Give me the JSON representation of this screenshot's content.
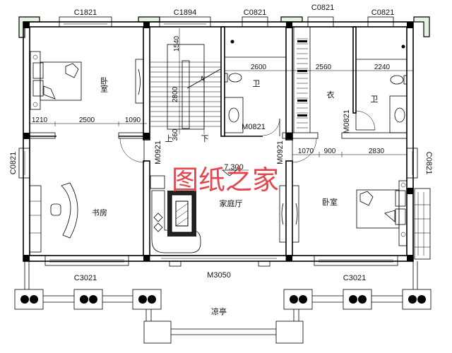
{
  "drawing": {
    "type": "architectural-floor-plan",
    "watermark": "图纸之家",
    "elevation_mark": "7.300",
    "colors": {
      "wall": "#000000",
      "watermark": "#e0323a",
      "planter": "#e4f3e0",
      "background": "#ffffff"
    }
  },
  "windows": {
    "top": [
      {
        "code": "C1821",
        "room": "master-bedroom"
      },
      {
        "code": "C1894",
        "room": "stair"
      },
      {
        "code": "C0821",
        "room": "bath-left"
      },
      {
        "code": "C0821",
        "room": "closet"
      },
      {
        "code": "C0821",
        "room": "bath-right"
      }
    ],
    "left": {
      "code": "C0821"
    },
    "right": {
      "code": "C0821"
    },
    "bottom": [
      {
        "code": "C3021",
        "room": "study"
      },
      {
        "code": "C3021",
        "room": "bedroom-2"
      }
    ]
  },
  "doors": {
    "study": "M0921",
    "bedroom_2": "M0921",
    "bath_left": "M0821",
    "bath_right": "M0821",
    "balcony": "M3050"
  },
  "rooms": {
    "bedroom_1": "卧室",
    "bath_left": "卫",
    "closet": "衣",
    "bath_right": "卫",
    "study": "书房",
    "family_hall": "家庭厅",
    "bedroom_2": "卧室",
    "pavilion": "凉亭"
  },
  "stair": {
    "dim_top": "1540",
    "dim_run": "2800",
    "dim_bottom": "360",
    "up_label": "上",
    "down_label": "下"
  },
  "dimensions": {
    "left_row": [
      "1210",
      "2500",
      "1090"
    ],
    "top_row": [
      "2600",
      "2560",
      "2240"
    ],
    "right_row": [
      "1070",
      "900",
      "2830"
    ]
  }
}
